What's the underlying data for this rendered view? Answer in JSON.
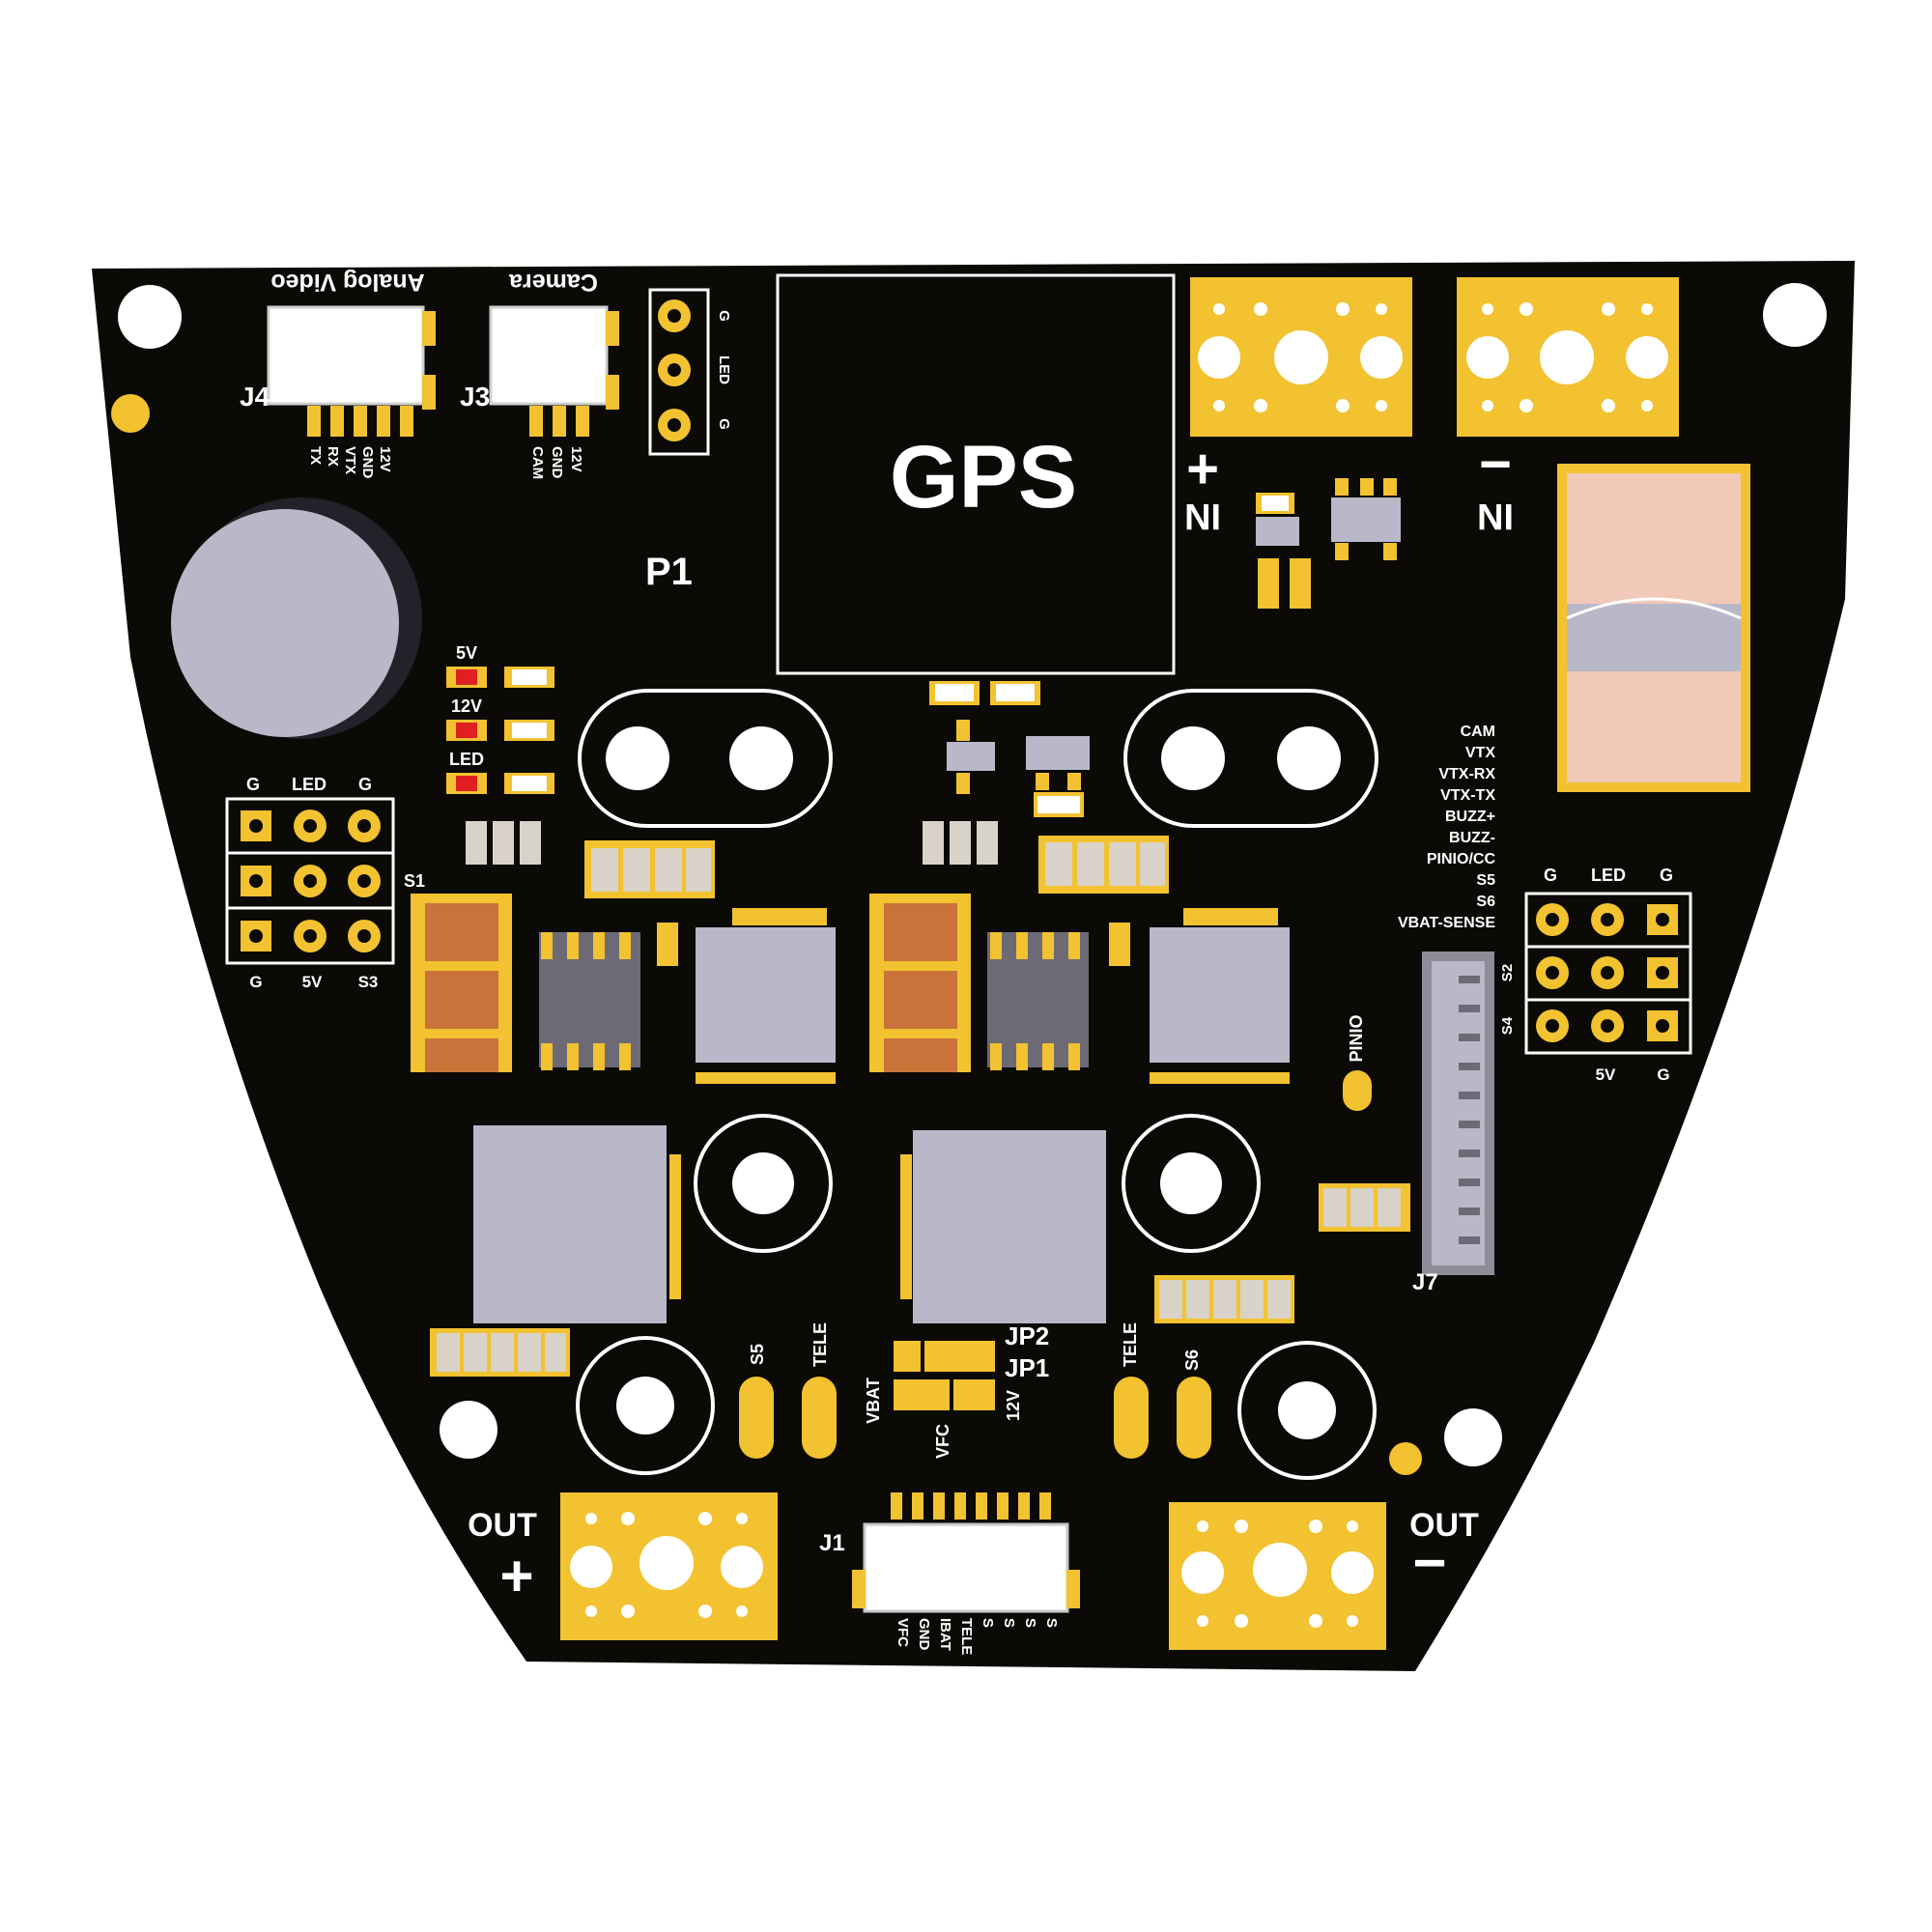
{
  "colors": {
    "board": "#0b0a06",
    "pad_gold": "#f2c230",
    "silkscreen": "#ffffff",
    "component_grey": "#b9b8c9",
    "inductor_copper": "#c9733a",
    "led_red": "#e02020",
    "shunt_pink": "#f2c8b8"
  },
  "top": {
    "analog_video_title": "Analog Video",
    "camera_title": "Camera",
    "j4_label": "J4",
    "j3_label": "J3",
    "j4_pins": [
      "TX",
      "RX",
      "VTX",
      "GND",
      "12V"
    ],
    "j3_pins": [
      "CAM",
      "GND",
      "12V"
    ],
    "p1_pins": [
      "G",
      "LED",
      "G"
    ],
    "p1_label": "P1",
    "gps_label": "GPS",
    "plus_symbol": "+",
    "minus_symbol": "−",
    "in_label": "IN"
  },
  "leds": [
    "5V",
    "12V",
    "LED"
  ],
  "s1": {
    "label": "S1",
    "top_labels": [
      "G",
      "LED",
      "G"
    ],
    "bottom_labels": [
      "G",
      "5V",
      "S3"
    ]
  },
  "j7_signals": [
    "CAM",
    "VTX",
    "VTX-RX",
    "VTX-TX",
    "BUZZ+",
    "BUZZ-",
    "PINIO/CC",
    "S5",
    "S6",
    "VBAT-SENSE"
  ],
  "j7_label": "J7",
  "pinio_label": "PINIO",
  "right_header": {
    "top_labels": [
      "G",
      "LED",
      "G"
    ],
    "side_labels": [
      "S2",
      "S4"
    ],
    "bottom_labels": [
      "5V",
      "G"
    ]
  },
  "bottom": {
    "s5_label": "S5",
    "s6_label": "S6",
    "tele_label": "TELE",
    "jp2_label": "JP2",
    "jp1_label": "JP1",
    "vbat_label": "VBAT",
    "twelve_v_label": "12V",
    "vfc_label": "VFC",
    "j1_label": "J1",
    "j1_pins": [
      "VFC",
      "GND",
      "IBAT",
      "TELE",
      "S",
      "S",
      "S",
      "S"
    ],
    "out_label": "OUT",
    "plus_symbol": "+",
    "minus_symbol": "−"
  }
}
